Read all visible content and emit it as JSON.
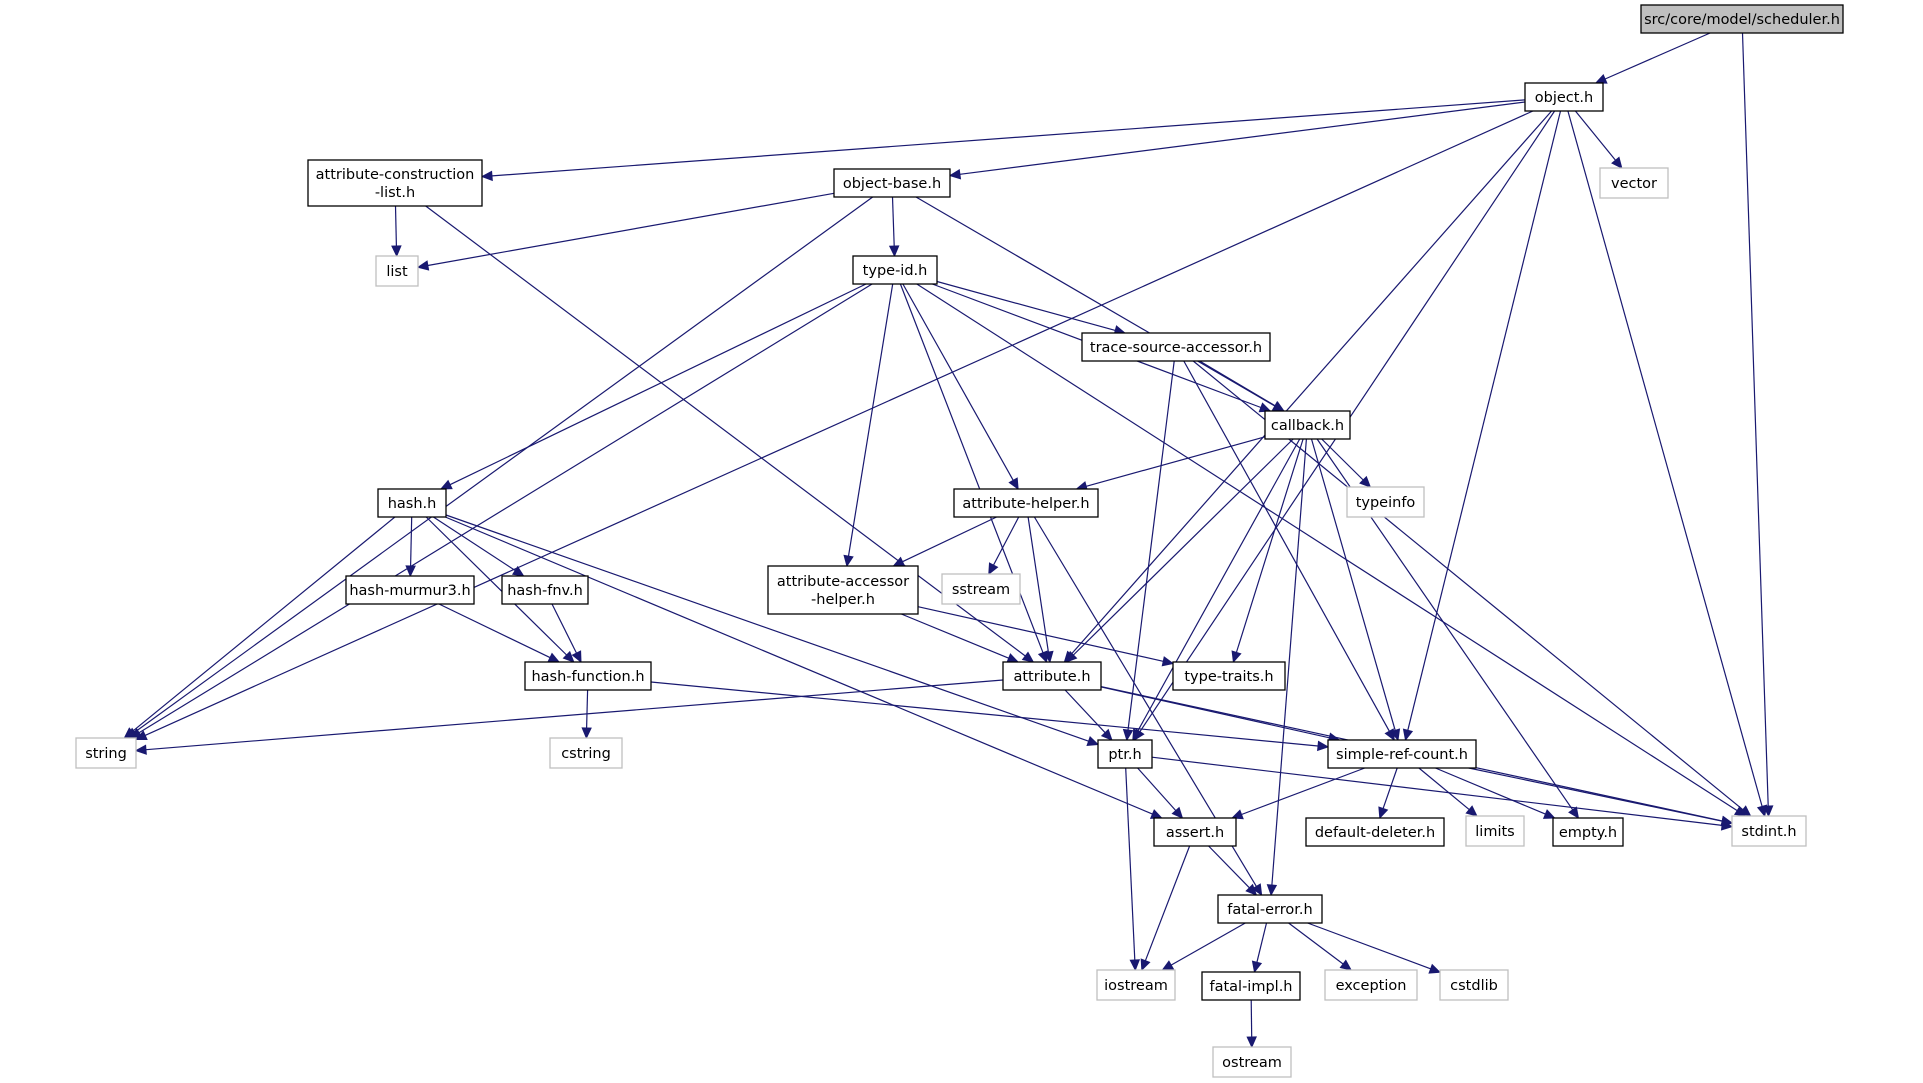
{
  "nodes": {
    "scheduler": {
      "label": "src/core/model/scheduler.h",
      "kind": "root"
    },
    "object": {
      "label": "object.h",
      "kind": "header"
    },
    "attribute_construction_list": {
      "label": "attribute-construction\n-list.h",
      "kind": "header"
    },
    "object_base": {
      "label": "object-base.h",
      "kind": "header"
    },
    "vector": {
      "label": "vector",
      "kind": "system"
    },
    "list": {
      "label": "list",
      "kind": "system"
    },
    "type_id": {
      "label": "type-id.h",
      "kind": "header"
    },
    "trace_source_accessor": {
      "label": "trace-source-accessor.h",
      "kind": "header"
    },
    "callback": {
      "label": "callback.h",
      "kind": "header"
    },
    "hash": {
      "label": "hash.h",
      "kind": "header"
    },
    "attribute_helper": {
      "label": "attribute-helper.h",
      "kind": "header"
    },
    "typeinfo": {
      "label": "typeinfo",
      "kind": "system"
    },
    "hash_murmur3": {
      "label": "hash-murmur3.h",
      "kind": "header"
    },
    "hash_fnv": {
      "label": "hash-fnv.h",
      "kind": "header"
    },
    "attribute_accessor_helper": {
      "label": "attribute-accessor\n-helper.h",
      "kind": "header"
    },
    "sstream": {
      "label": "sstream",
      "kind": "system"
    },
    "hash_function": {
      "label": "hash-function.h",
      "kind": "header"
    },
    "attribute": {
      "label": "attribute.h",
      "kind": "header"
    },
    "type_traits": {
      "label": "type-traits.h",
      "kind": "header"
    },
    "string": {
      "label": "string",
      "kind": "system"
    },
    "cstring": {
      "label": "cstring",
      "kind": "system"
    },
    "ptr": {
      "label": "ptr.h",
      "kind": "header"
    },
    "simple_ref_count": {
      "label": "simple-ref-count.h",
      "kind": "header"
    },
    "assert": {
      "label": "assert.h",
      "kind": "header"
    },
    "default_deleter": {
      "label": "default-deleter.h",
      "kind": "header"
    },
    "limits": {
      "label": "limits",
      "kind": "system"
    },
    "empty": {
      "label": "empty.h",
      "kind": "header"
    },
    "stdint": {
      "label": "stdint.h",
      "kind": "system"
    },
    "fatal_error": {
      "label": "fatal-error.h",
      "kind": "header"
    },
    "iostream": {
      "label": "iostream",
      "kind": "system"
    },
    "fatal_impl": {
      "label": "fatal-impl.h",
      "kind": "header"
    },
    "exception": {
      "label": "exception",
      "kind": "system"
    },
    "cstdlib": {
      "label": "cstdlib",
      "kind": "system"
    },
    "ostream": {
      "label": "ostream",
      "kind": "system"
    }
  },
  "edges": [
    [
      "scheduler",
      "object"
    ],
    [
      "scheduler",
      "stdint"
    ],
    [
      "object",
      "attribute_construction_list"
    ],
    [
      "object",
      "object_base"
    ],
    [
      "object",
      "vector"
    ],
    [
      "object",
      "string"
    ],
    [
      "object",
      "ptr"
    ],
    [
      "object",
      "attribute"
    ],
    [
      "object",
      "simple_ref_count"
    ],
    [
      "object",
      "stdint"
    ],
    [
      "attribute_construction_list",
      "list"
    ],
    [
      "attribute_construction_list",
      "attribute"
    ],
    [
      "object_base",
      "list"
    ],
    [
      "object_base",
      "type_id"
    ],
    [
      "object_base",
      "string"
    ],
    [
      "object_base",
      "callback"
    ],
    [
      "type_id",
      "trace_source_accessor"
    ],
    [
      "type_id",
      "callback"
    ],
    [
      "type_id",
      "hash"
    ],
    [
      "type_id",
      "attribute_helper"
    ],
    [
      "type_id",
      "attribute_accessor_helper"
    ],
    [
      "type_id",
      "attribute"
    ],
    [
      "type_id",
      "string"
    ],
    [
      "type_id",
      "stdint"
    ],
    [
      "trace_source_accessor",
      "callback"
    ],
    [
      "trace_source_accessor",
      "ptr"
    ],
    [
      "trace_source_accessor",
      "simple_ref_count"
    ],
    [
      "trace_source_accessor",
      "stdint"
    ],
    [
      "callback",
      "attribute_helper"
    ],
    [
      "callback",
      "typeinfo"
    ],
    [
      "callback",
      "attribute"
    ],
    [
      "callback",
      "type_traits"
    ],
    [
      "callback",
      "ptr"
    ],
    [
      "callback",
      "simple_ref_count"
    ],
    [
      "callback",
      "empty"
    ],
    [
      "callback",
      "fatal_error"
    ],
    [
      "hash",
      "hash_murmur3"
    ],
    [
      "hash",
      "hash_fnv"
    ],
    [
      "hash",
      "hash_function"
    ],
    [
      "hash",
      "string"
    ],
    [
      "hash",
      "assert"
    ],
    [
      "hash",
      "ptr"
    ],
    [
      "attribute_helper",
      "attribute_accessor_helper"
    ],
    [
      "attribute_helper",
      "sstream"
    ],
    [
      "attribute_helper",
      "attribute"
    ],
    [
      "attribute_helper",
      "fatal_error"
    ],
    [
      "hash_murmur3",
      "hash_function"
    ],
    [
      "hash_fnv",
      "hash_function"
    ],
    [
      "attribute_accessor_helper",
      "attribute"
    ],
    [
      "attribute_accessor_helper",
      "type_traits"
    ],
    [
      "hash_function",
      "cstring"
    ],
    [
      "hash_function",
      "simple_ref_count"
    ],
    [
      "attribute",
      "string"
    ],
    [
      "attribute",
      "ptr"
    ],
    [
      "attribute",
      "simple_ref_count"
    ],
    [
      "attribute",
      "stdint"
    ],
    [
      "ptr",
      "assert"
    ],
    [
      "ptr",
      "iostream"
    ],
    [
      "ptr",
      "stdint"
    ],
    [
      "simple_ref_count",
      "assert"
    ],
    [
      "simple_ref_count",
      "default_deleter"
    ],
    [
      "simple_ref_count",
      "limits"
    ],
    [
      "simple_ref_count",
      "empty"
    ],
    [
      "simple_ref_count",
      "stdint"
    ],
    [
      "assert",
      "fatal_error"
    ],
    [
      "assert",
      "iostream"
    ],
    [
      "fatal_error",
      "iostream"
    ],
    [
      "fatal_error",
      "fatal_impl"
    ],
    [
      "fatal_error",
      "exception"
    ],
    [
      "fatal_error",
      "cstdlib"
    ],
    [
      "fatal_impl",
      "ostream"
    ]
  ],
  "colors": {
    "edge": "#191970",
    "root_fill": "#bfbfbf",
    "system_border": "#bfbfbf",
    "header_border": "#000000"
  }
}
